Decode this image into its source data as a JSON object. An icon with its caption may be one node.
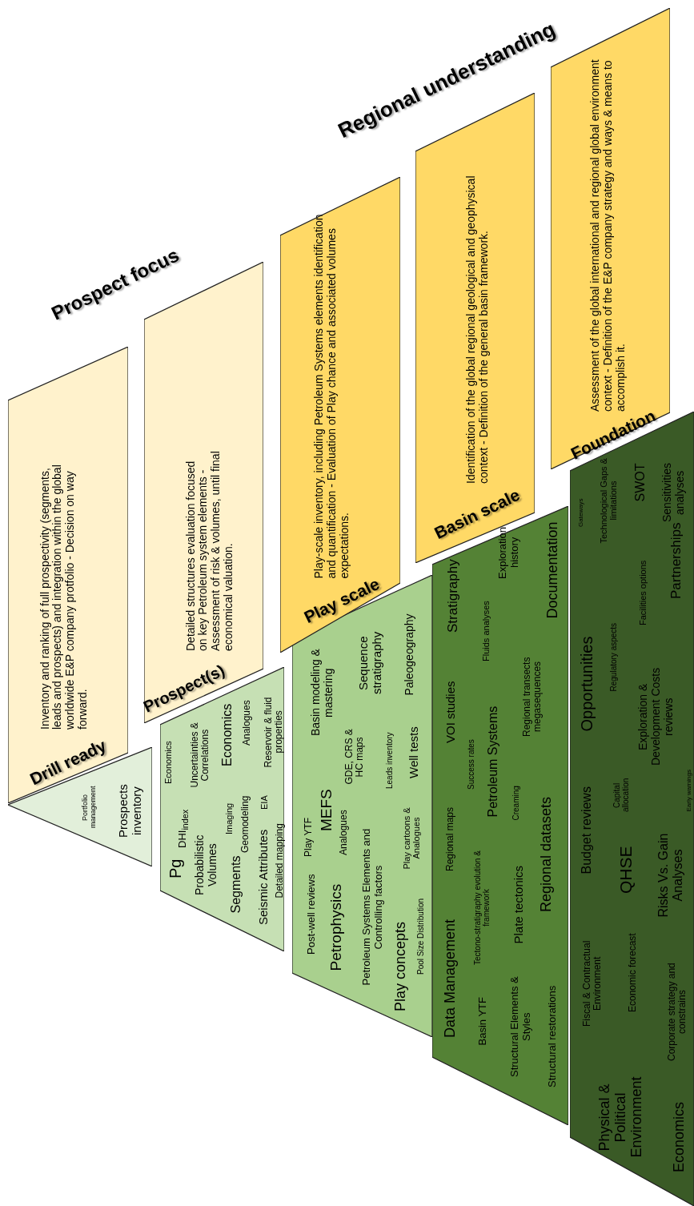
{
  "diagram": {
    "nodes": [
      {
        "text": [
          "Portfolio management",
          "Prospects inventory"
        ]
      },
      {
        "text": [
          "Drill ready",
          "Inventory and ranking of full prospectivity (segments, leads and prospects) and integration within the global worldwide E&P company protfolio - Decision on way forward."
        ]
      },
      {
        "text": [
          "Pg",
          "DHI$_{index}$",
          "Economics",
          "Probabilistic Volumes",
          "Uncertainties & Correlations",
          "Imaging",
          "Economics",
          "Segments",
          "Geomodeling",
          "Analogues",
          "Seismic Attributes",
          "EIA",
          "Reservoir & fluid properties",
          "Detailed mapping"
        ]
      },
      {
        "text": [
          "Prospect(s)",
          "Detailed structures evaluation focused on key Petroleum system elements - Assessment of risk & volumes, until final economical valuation."
        ]
      },
      {
        "text": [
          "Post-well reviews",
          "Play YTF",
          "Basin modeling & mastering",
          "Petrophysics",
          "MEFS",
          "Analogues",
          "GDE, CRS & HC maps",
          "Sequence stratigraphy",
          "Petroleum Systems Elements and Controlling factors",
          "Leads inventory",
          "Paleogeography",
          "Well tests",
          "Play concepts",
          "Play cartoons & Analogues",
          "Pool Size Distribution"
        ]
      },
      {
        "text": [
          "Play scale",
          "Play-scale inventory, including Petroleum Systems elements identification and quantification - Evaluation of Play chance and associated volumes expectations."
        ]
      },
      {
        "text": [
          "Data Management",
          "Regional maps",
          "VOI studies",
          "Stratigraphy",
          "Basin YTF",
          "Tectono-stratigraphy evolution & framework",
          "Success rates",
          "Petroleum Systems",
          "Fluids analyses",
          "Exploration history",
          "Structural Elements & Styles",
          "Plate tectonics",
          "Creaming",
          "Regional transects megasequences",
          "Structural restorations",
          "Regional datasets",
          "Documentation"
        ]
      },
      {
        "text": [
          "Basin scale",
          "Identification of the global regional geological and geophysical context - Definition of the general basin framework."
        ]
      },
      {
        "text": [
          "Physical & Political Environment",
          "Economics",
          "Fiscal & Contractual Environment",
          "Economic forecast",
          "Corporate strategy and constrains",
          "Budget reviews",
          "Capital allocation",
          "QHSE",
          "Risks Vs. Gain Analyses",
          "Early warnings",
          "Opportunities",
          "Regulatory aspects",
          "Exploration & Development Costs reviews",
          "Facilities options",
          "Partnerships",
          "Gateways",
          "Technological Gaps & limitations",
          "SWOT",
          "Sensitivities analyses"
        ]
      },
      {
        "text": [
          "Foundation",
          "Assessment of the global international and regional global environment context - Definition of the E&P company strategy and ways & means to accomplish it."
        ]
      }
    ],
    "labels": [
      "Prospect focus",
      "Regional understanding"
    ]
  }
}
